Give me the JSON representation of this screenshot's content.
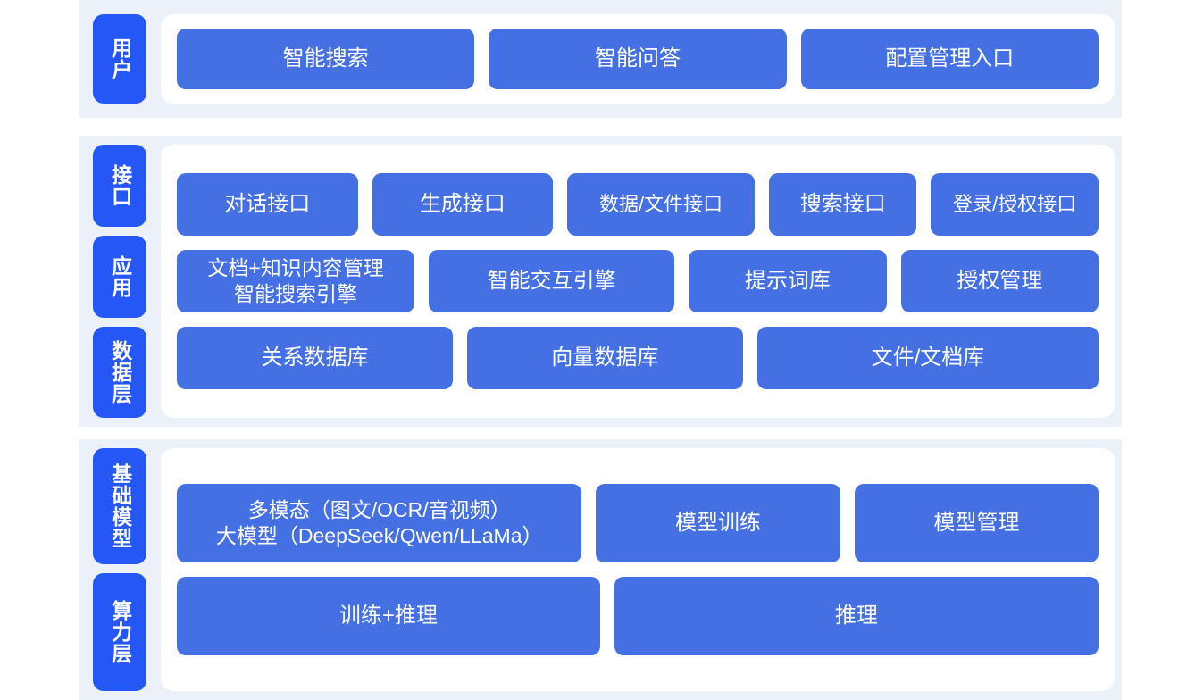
{
  "colors": {
    "band_background": "#ecf1f9",
    "card_background": "#ffffff",
    "tab_blue": "#2457f5",
    "box_blue": "#4570e4",
    "box_text": "#ffffff",
    "page_background": "#ffffff"
  },
  "sections": {
    "user": {
      "tabs": [
        {
          "label": "用户"
        }
      ],
      "rows": [
        {
          "boxes": [
            {
              "label": "智能搜索"
            },
            {
              "label": "智能问答"
            },
            {
              "label": "配置管理入口"
            }
          ]
        }
      ]
    },
    "middle": {
      "tabs": [
        {
          "label": "接口"
        },
        {
          "label": "应用"
        },
        {
          "label": "数据层"
        }
      ],
      "rows": [
        {
          "name": "interface-row",
          "boxes": [
            {
              "label": "对话接口"
            },
            {
              "label": "生成接口"
            },
            {
              "label": "数据/文件接口"
            },
            {
              "label": "搜索接口"
            },
            {
              "label": "登录/授权接口"
            }
          ]
        },
        {
          "name": "application-row",
          "boxes": [
            {
              "label": "文档+知识内容管理\n智能搜索引擎"
            },
            {
              "label": "智能交互引擎"
            },
            {
              "label": "提示词库"
            },
            {
              "label": "授权管理"
            }
          ]
        },
        {
          "name": "data-row",
          "boxes": [
            {
              "label": "关系数据库"
            },
            {
              "label": "向量数据库"
            },
            {
              "label": "文件/文档库"
            }
          ]
        }
      ]
    },
    "infrastructure": {
      "tabs": [
        {
          "label": "基础模型"
        },
        {
          "label": "算力层"
        }
      ],
      "rows": [
        {
          "name": "model-row",
          "boxes": [
            {
              "label": "多模态（图文/OCR/音视频）\n大模型（DeepSeek/Qwen/LLaMa）"
            },
            {
              "label": "模型训练"
            },
            {
              "label": "模型管理"
            }
          ]
        },
        {
          "name": "compute-row",
          "boxes": [
            {
              "label": "训练+推理"
            },
            {
              "label": "推理"
            }
          ]
        }
      ]
    }
  }
}
